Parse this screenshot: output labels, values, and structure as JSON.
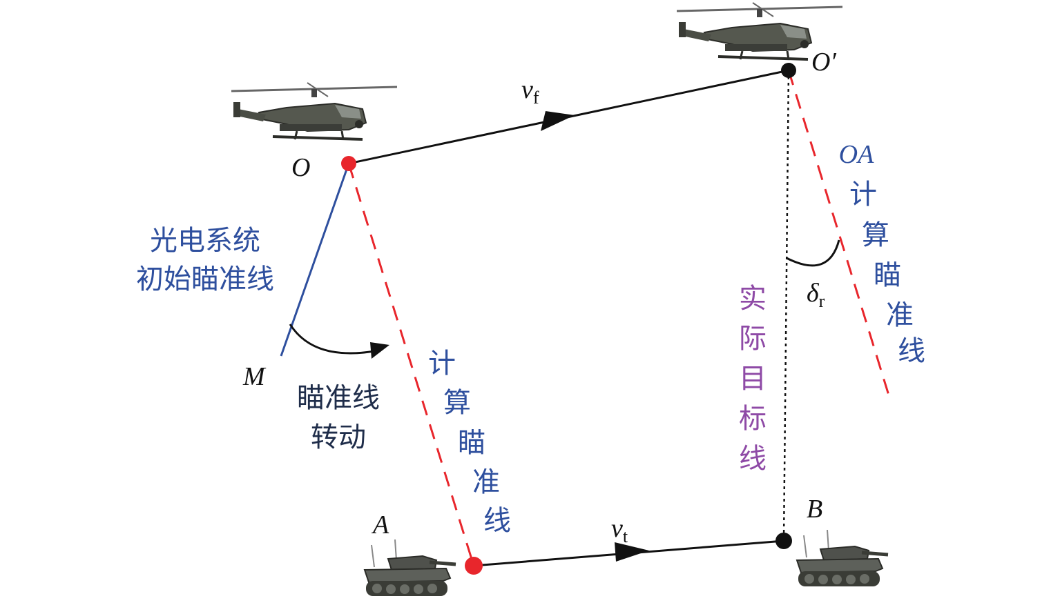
{
  "points": {
    "O": "O",
    "O_prime": "O′",
    "A": "A",
    "B": "B",
    "M": "M"
  },
  "velocities": {
    "aircraft": {
      "symbol": "v",
      "subscript": "f"
    },
    "target": {
      "symbol": "v",
      "subscript": "t"
    }
  },
  "angle": {
    "symbol": "δ",
    "subscript": "r"
  },
  "labels": {
    "initial_los_line1": "光电系统",
    "initial_los_line2": "初始瞄准线",
    "los_rotation_line1": "瞄准线",
    "los_rotation_line2": "转动",
    "computed_los": [
      "计",
      "算",
      "瞄",
      "准",
      "线"
    ],
    "oa_prefix": "OA",
    "oa_computed_los": [
      "计",
      "算",
      "瞄",
      "准",
      "线"
    ],
    "actual_target_line": [
      "实",
      "际",
      "目",
      "标",
      "线"
    ]
  },
  "colors": {
    "black": "#111111",
    "red": "#e8262c",
    "blue": "#2e4f9e",
    "purple": "#8e4aa6",
    "dark_text": "#1f2d4a"
  },
  "icons": {
    "helicopter_1": "helicopter-icon",
    "helicopter_2": "helicopter-icon",
    "tank_1": "tank-icon",
    "tank_2": "tank-icon"
  }
}
